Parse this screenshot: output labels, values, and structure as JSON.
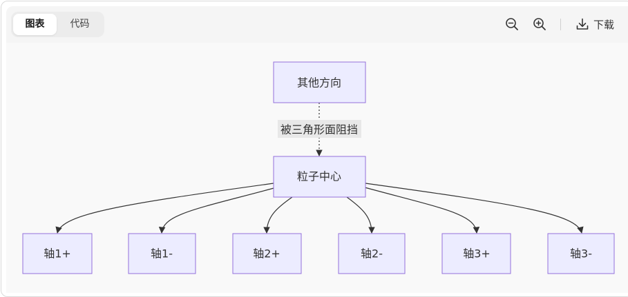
{
  "toolbar": {
    "tabs": [
      {
        "label": "图表",
        "active": true
      },
      {
        "label": "代码",
        "active": false
      }
    ],
    "zoom_out_icon": "zoom-out-icon",
    "zoom_in_icon": "zoom-in-icon",
    "download_icon": "download-icon",
    "download_label": "下载"
  },
  "diagram": {
    "type": "flowchart-TD",
    "colors": {
      "node_fill": "#ececff",
      "node_stroke": "#9370db",
      "edge": "#333333",
      "edge_label_bg": "#e8e8e8"
    },
    "nodes": {
      "top": "其他方向",
      "center": "粒子中心",
      "axis_x_pos": "轴1+",
      "axis_x_neg": "轴1-",
      "axis_y_pos": "轴2+",
      "axis_y_neg": "轴2-",
      "axis_z_pos": "轴3+",
      "axis_z_neg": "轴3-"
    },
    "edges": [
      {
        "from": "top",
        "to": "center",
        "style": "dotted",
        "label": "被三角形面阻挡"
      },
      {
        "from": "center",
        "to": "axis_x_pos",
        "style": "solid"
      },
      {
        "from": "center",
        "to": "axis_x_neg",
        "style": "solid"
      },
      {
        "from": "center",
        "to": "axis_y_pos",
        "style": "solid"
      },
      {
        "from": "center",
        "to": "axis_y_neg",
        "style": "solid"
      },
      {
        "from": "center",
        "to": "axis_z_pos",
        "style": "solid"
      },
      {
        "from": "center",
        "to": "axis_z_neg",
        "style": "solid"
      }
    ]
  }
}
